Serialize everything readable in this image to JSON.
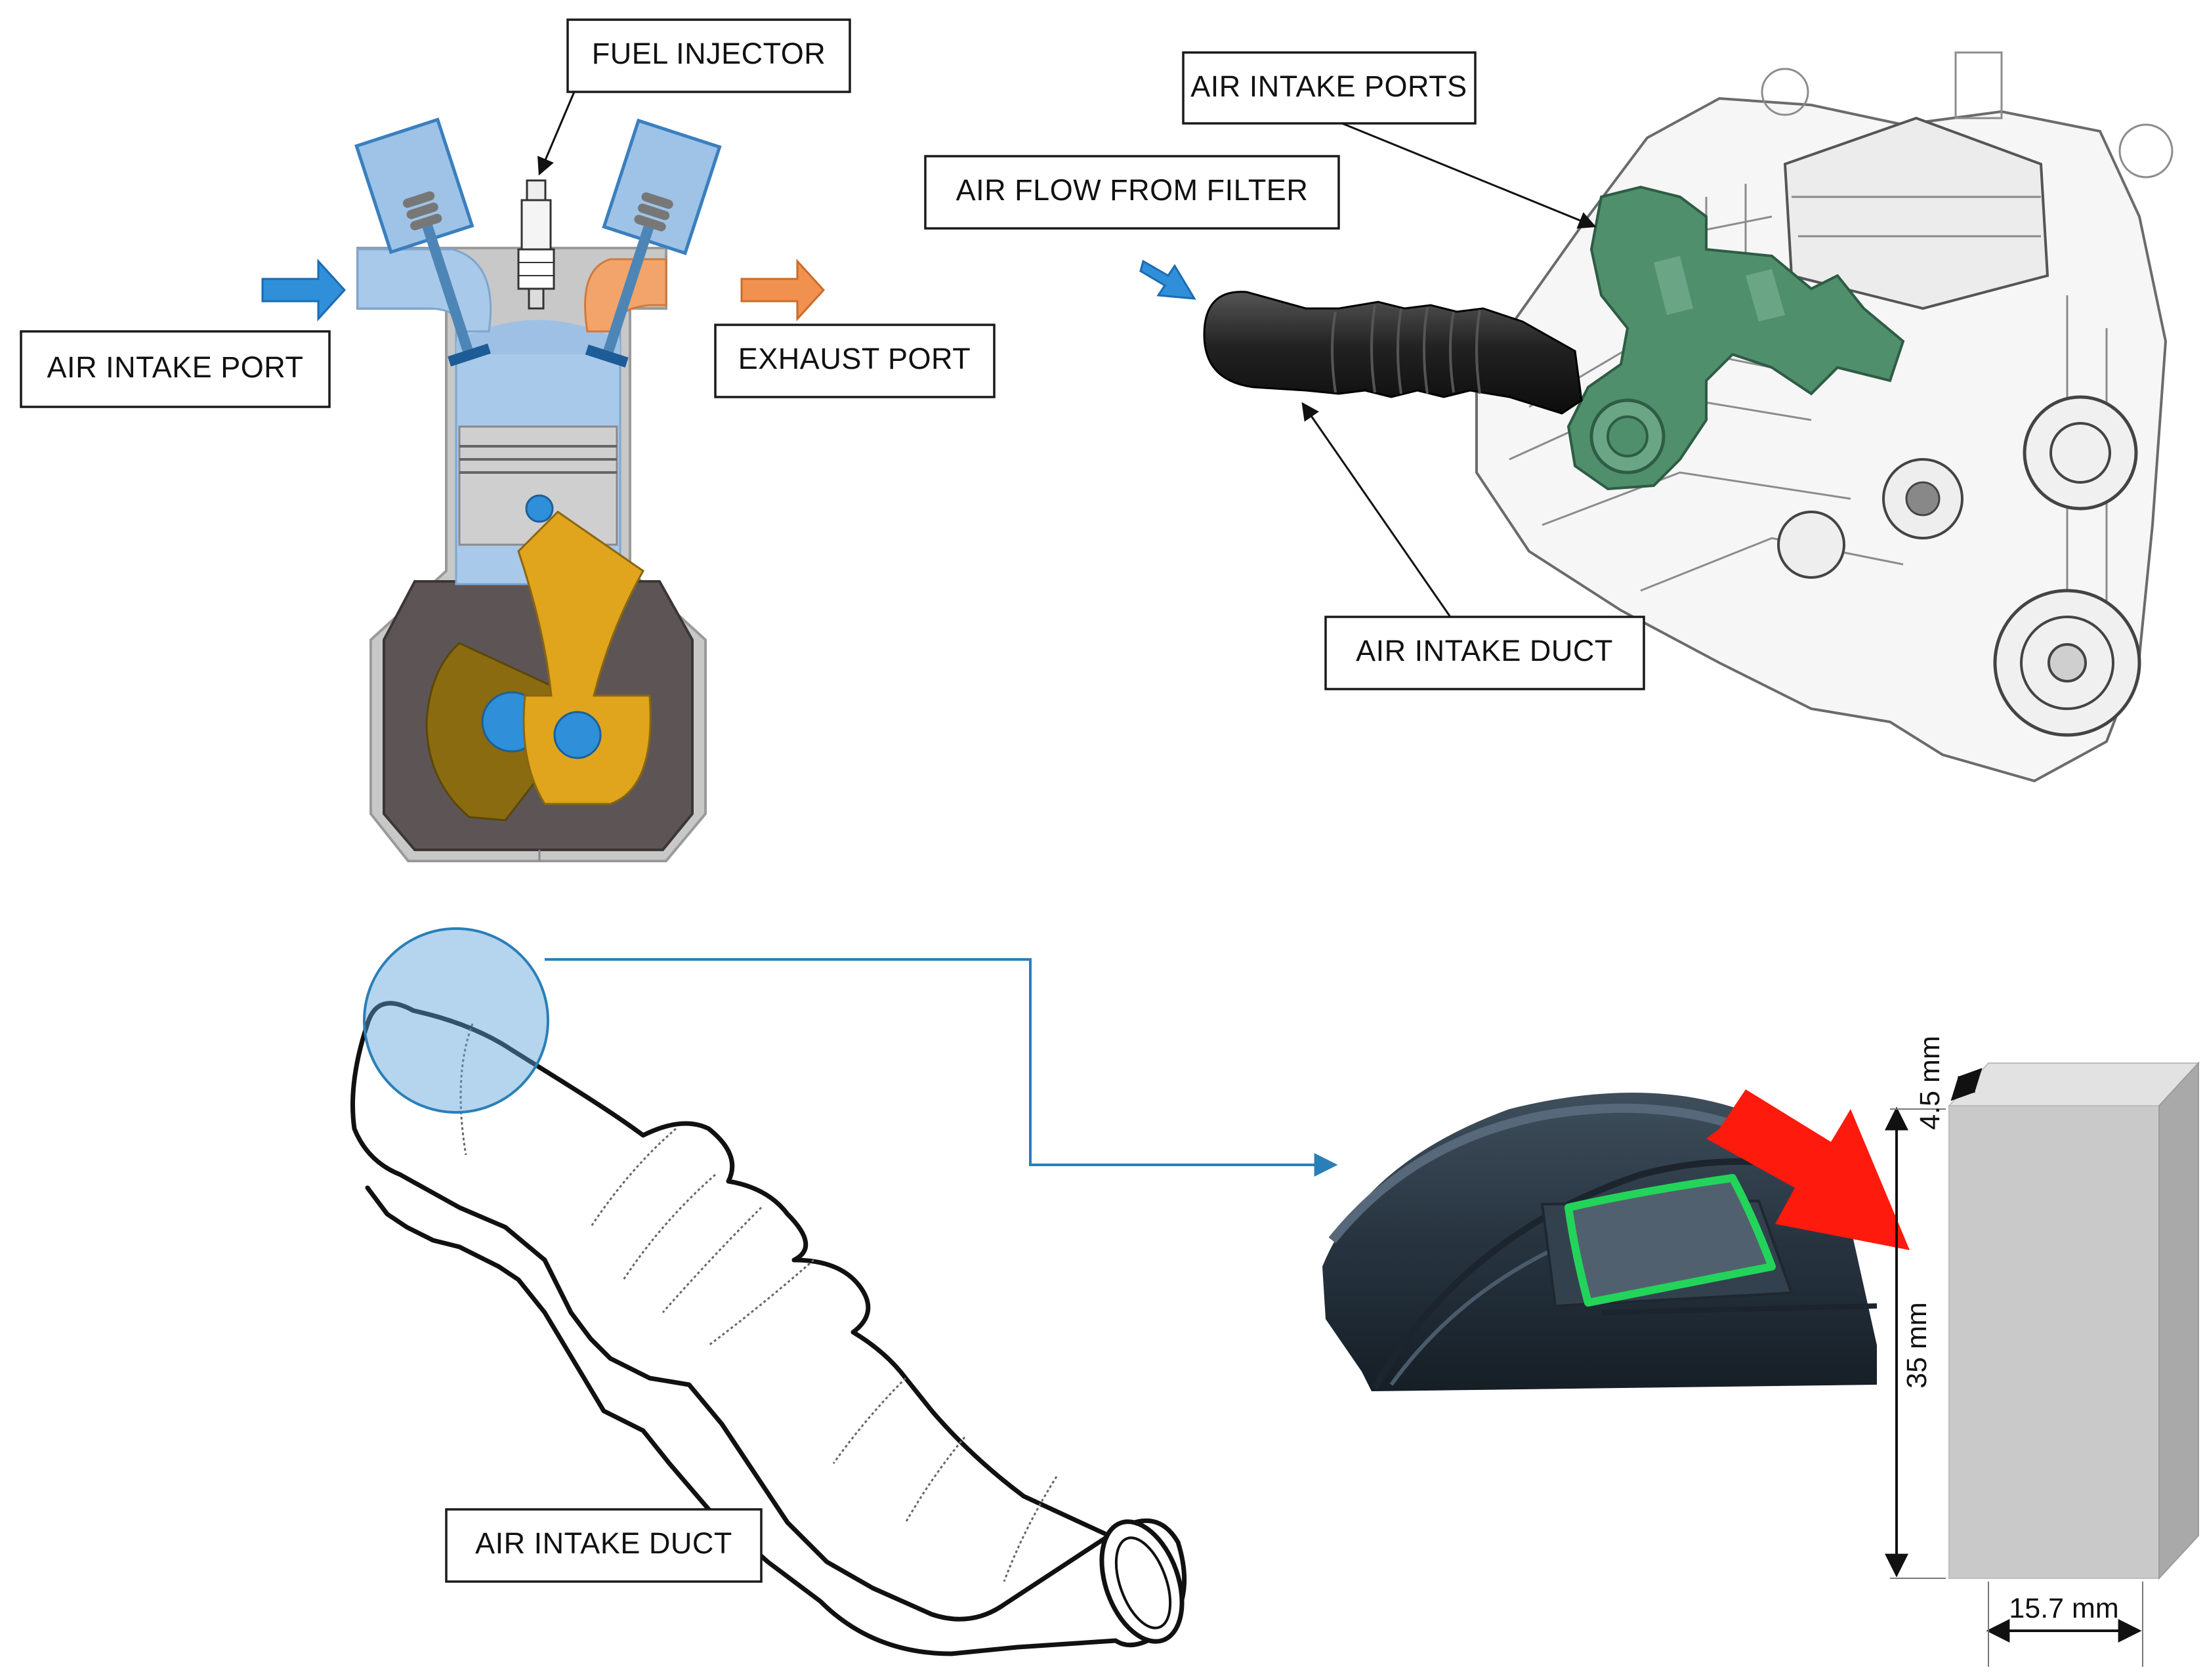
{
  "labels": {
    "fuel_injector": "FUEL INJECTOR",
    "air_intake_port": "AIR INTAKE PORT",
    "exhaust_port": "EXHAUST PORT",
    "air_intake_ports": "AIR INTAKE PORTS",
    "air_flow_from_filter": "AIR FLOW FROM FILTER",
    "air_intake_duct_engine": "AIR INTAKE DUCT",
    "air_intake_duct_sketch": "AIR INTAKE DUCT"
  },
  "dimensions": {
    "thickness": "4.5 mm",
    "height": "35 mm",
    "width": "15.7 mm"
  },
  "colors": {
    "intake_blue": "#2f8fd8",
    "exhaust_orange": "#f0914f",
    "rod_yellow": "#e0a51c",
    "manifold_green": "#4f8f6c",
    "highlight_green": "#23d45a",
    "load_arrow_red": "#ff1a0e"
  }
}
